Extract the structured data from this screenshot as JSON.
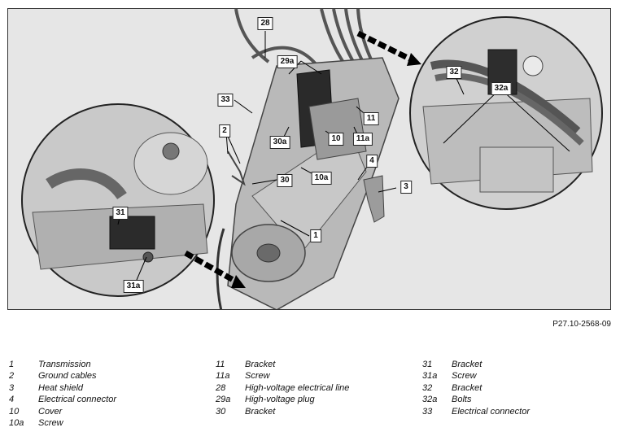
{
  "figure_ref": "P27.10-2568-09",
  "callouts": {
    "c28": "28",
    "c29a": "29a",
    "c33": "33",
    "c2": "2",
    "c30a": "30a",
    "c10": "10",
    "c11": "11",
    "c11a": "11a",
    "c4": "4",
    "c3": "3",
    "c30": "30",
    "c10a": "10a",
    "c1": "1",
    "c31": "31",
    "c31a": "31a",
    "c32": "32",
    "c32a": "32a"
  },
  "legend": {
    "col1": [
      {
        "num": "1",
        "label": "Transmission"
      },
      {
        "num": "2",
        "label": "Ground cables"
      },
      {
        "num": "3",
        "label": "Heat shield"
      },
      {
        "num": "4",
        "label": "Electrical connector"
      },
      {
        "num": "10",
        "label": "Cover"
      },
      {
        "num": "10a",
        "label": "Screw"
      }
    ],
    "col2": [
      {
        "num": "11",
        "label": "Bracket"
      },
      {
        "num": "11a",
        "label": "Screw"
      },
      {
        "num": "28",
        "label": "High-voltage electrical line"
      },
      {
        "num": "29a",
        "label": "High-voltage plug"
      },
      {
        "num": "30",
        "label": "Bracket"
      }
    ],
    "col3": [
      {
        "num": "31",
        "label": "Bracket"
      },
      {
        "num": "31a",
        "label": "Screw"
      },
      {
        "num": "32",
        "label": "Bracket"
      },
      {
        "num": "32a",
        "label": "Bolts"
      },
      {
        "num": "33",
        "label": "Electrical connector"
      }
    ]
  }
}
